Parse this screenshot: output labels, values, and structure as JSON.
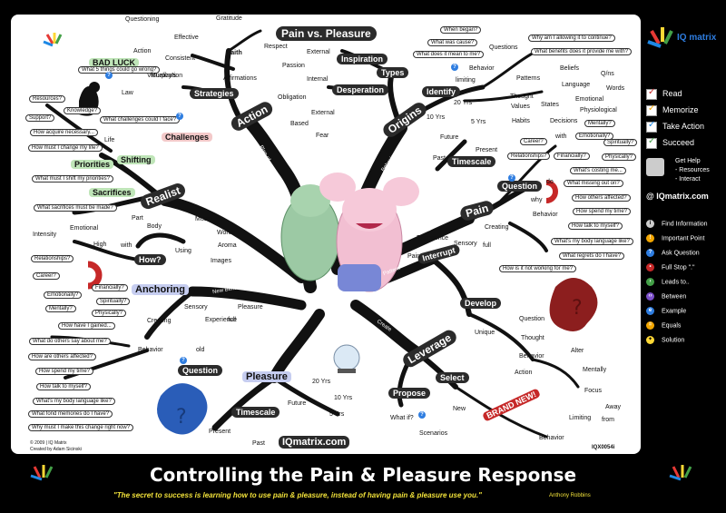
{
  "title": "Controlling the Pain & Pleasure Response",
  "quote": "\"The secret to success is learning how to use pain & pleasure, instead of having pain & pleasure use you.\"",
  "quote_author": "Anthony Robbins",
  "copyright": "© 2009 | IQ Matrix",
  "created_by": "Created by Adam Sicinski",
  "watermark": "IQmatrix.com",
  "code": "IQX0054i",
  "center_title": "Pain vs. Pleasure",
  "colors": {
    "accent_blue": "#2e7de0",
    "branch_dark": "#2b2b2b",
    "green_hl": "#bfe5b8",
    "blue_hl": "#c6cdf0",
    "pink_hl": "#f3c9c9"
  },
  "sidebar": {
    "logo_text": "IQ matrix",
    "checklist": [
      "Read",
      "Memorize",
      "Take Action",
      "Succeed"
    ],
    "get_help": [
      "Get Help",
      "- Resources",
      "- Interact"
    ],
    "site": "@ IQmatrix.com",
    "legend": [
      {
        "icon": "info-icon",
        "label": "Find Information"
      },
      {
        "icon": "important-icon",
        "label": "Important Point"
      },
      {
        "icon": "question-icon",
        "label": "Ask Question"
      },
      {
        "icon": "stop-icon",
        "label": "Full Stop \".\""
      },
      {
        "icon": "leads-icon",
        "label": "Leads to.."
      },
      {
        "icon": "between-icon",
        "label": "Between"
      },
      {
        "icon": "example-icon",
        "label": "Example"
      },
      {
        "icon": "equals-icon",
        "label": "Equals"
      },
      {
        "icon": "solution-icon",
        "label": "Solution"
      }
    ]
  },
  "branches": {
    "action": "Action",
    "origins": "Origins",
    "realist": "Realist",
    "pain": "Pain",
    "anchoring": "Anchoring",
    "pleasure": "Pleasure",
    "leverage": "Leverage",
    "interrupt": "Interrupt"
  },
  "connectors": [
    "Plan of",
    "Becoming a",
    "Behavior",
    "Create",
    "New Behavior",
    "Pattern",
    "Create",
    "Create"
  ],
  "labels": {
    "questioning": "Questioning",
    "effective": "Effective",
    "gratitude": "Gratitude",
    "action_w": "Action",
    "consistent": "Consistent",
    "faith": "Faith",
    "visualization": "Visualization",
    "affirmations": "Affirmations",
    "strategies": "Strategies",
    "bad_luck": "BAD LUCK",
    "bad_luck_q": "What 5 things could go wrong?",
    "murphys": "Murphy's",
    "law": "Law",
    "what_challenges": "What challenges could I face?",
    "challenges": "Challenges",
    "resources": "Resources?",
    "knowledge": "Knowledge?",
    "support": "Support?",
    "how_acquire": "How acquire necessary...",
    "how_change": "How must I change my life?",
    "life": "Life",
    "shifting": "Shifting",
    "priorities": "Priorities",
    "what_shift": "What must I shift my priorities?",
    "sacrifices": "Sacrifices",
    "what_sacrifices": "What sacrifices must be made?",
    "respect": "Respect",
    "external1": "External",
    "inspiration": "Inspiration",
    "passion": "Passion",
    "internal": "Internal",
    "desperation": "Desperation",
    "obligation": "Obligation",
    "external2": "External",
    "based": "Based",
    "fear": "Fear",
    "types": "Types",
    "when_began": "When began?",
    "what_cause": "What was cause?",
    "what_mean": "What does it mean to me?",
    "questions": "Questions",
    "why_allow": "Why am I allowing it to continue?",
    "what_benefits": "What benefits does it provide me with?",
    "identify": "Identify",
    "behavior": "Behavior",
    "beliefs": "Beliefs",
    "patterns": "Patterns",
    "language": "Language",
    "qns": "Q/ns",
    "words": "Words",
    "thought": "Thought",
    "states": "States",
    "emotional": "Emotional",
    "physiological": "Physiological",
    "values": "Values",
    "habits": "Habits",
    "decisions": "Decisions",
    "ten_yrs": "10 Yrs",
    "twenty_yrs": "20 Yrs",
    "five_yrs": "5 Yrs",
    "future": "Future",
    "present": "Present",
    "past": "Past",
    "timescale": "Timescale",
    "mentally": "Mentally?",
    "emotionally": "Emotionally?",
    "spiritually": "Spiritually?",
    "career": "Career?",
    "relationships": "Relationships?",
    "financially": "Financially?",
    "physically": "Physically?",
    "question": "Question",
    "what_costing": "What's costing me...",
    "what_missing": "What missing out on?",
    "how_others": "How others affected?",
    "how_spend": "How spend my time?",
    "how_talk": "How talk to myself?",
    "body_language": "What's my body language like?",
    "regrets": "What regrets do I have?",
    "not_working": "How is it not working for me?",
    "creating": "Creating",
    "experience": "Experience",
    "sensory": "Sensory",
    "pain_w": "Pain",
    "emotional_b": "Emotional",
    "intensity": "Intensity",
    "high": "High",
    "part": "Part",
    "body": "Body",
    "music": "Music",
    "words2": "Words",
    "using": "Using",
    "aroma": "Aroma",
    "images": "Images",
    "how": "How?",
    "how_gained": "How have I gained...",
    "what_others": "What do others say about me?",
    "how_others2": "How are others affected?",
    "how_spend2": "How spend my time?",
    "how_talk2": "How talk to myself?",
    "body_language2": "What's my body language like?",
    "fond_memories": "What fond memories do I have?",
    "make_change": "Why must I make this change right now?",
    "sensory2": "Sensory",
    "pleasure_w": "Pleasure",
    "experience2": "Experience",
    "creating2": "Creating",
    "behavior2": "Behavior",
    "old": "old",
    "question2": "Question",
    "twenty_yrs2": "20 Yrs",
    "ten_yrs2": "10 Yrs",
    "five_yrs2": "5 Yrs",
    "future2": "Future",
    "timescale2": "Timescale",
    "present2": "Present",
    "past2": "Past",
    "develop": "Develop",
    "unique": "Unique",
    "question3": "Question",
    "thought2": "Thought",
    "behavior3": "Behavior",
    "action2": "Action",
    "alter": "Alter",
    "mentally2": "Mentally",
    "focus": "Focus",
    "away": "Away",
    "select": "Select",
    "new": "New",
    "brand_new": "BRAND NEW!",
    "propose": "Propose",
    "what_if": "What if?",
    "scenarios": "Scenarios",
    "limiting": "Limiting",
    "behavior4": "Behavior",
    "from": "from",
    "relationships2": "Relationships?",
    "career2": "Career?",
    "emotionally2": "Emotionally?",
    "spiritually2": "Spiritually?",
    "mentally3": "Mentally?",
    "financially2": "Financially?",
    "physically2": "Physically?",
    "limiting2": "limiting",
    "with": "with",
    "why": "why",
    "with2": "with",
    "full": "full",
    "full2": "full",
    "do": "do"
  }
}
